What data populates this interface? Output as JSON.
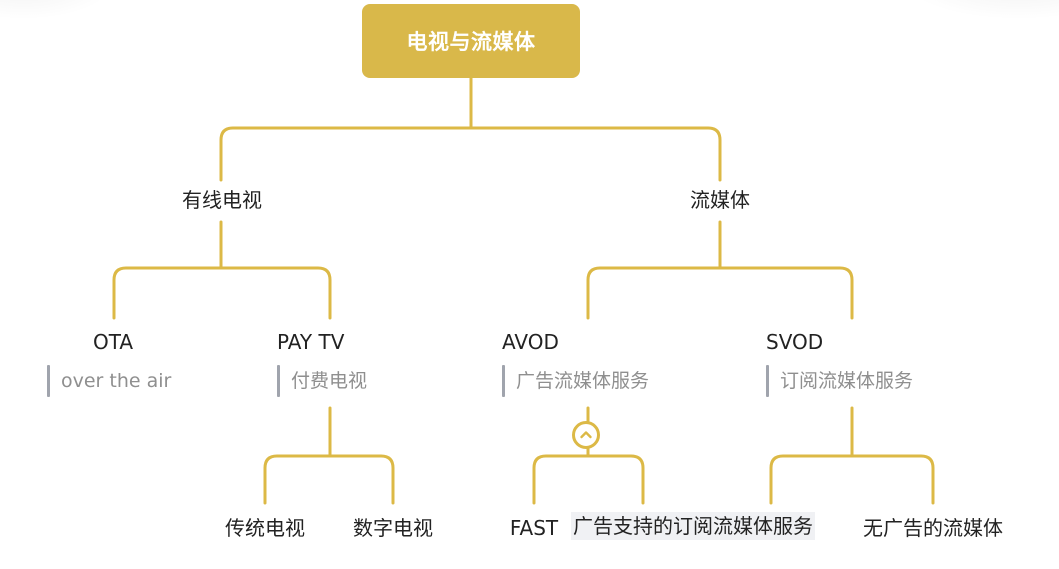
{
  "theme": {
    "accent": "#dcb946",
    "root_fill": "#d9b84a",
    "text": "#222222",
    "desc_text": "#8f8f8f",
    "desc_bar": "#a0a4ad",
    "highlight_bg": "#f0f1f4"
  },
  "root": {
    "label": "电视与流媒体"
  },
  "branches": [
    {
      "label": "有线电视",
      "children": [
        {
          "label": "OTA",
          "description": "over the air",
          "children": []
        },
        {
          "label": "PAY TV",
          "description": "付费电视",
          "children": [
            {
              "label": "传统电视"
            },
            {
              "label": "数字电视"
            }
          ]
        }
      ]
    },
    {
      "label": "流媒体",
      "children": [
        {
          "label": "AVOD",
          "description": "广告流媒体服务",
          "collapse_icon": "chevron-up-icon",
          "children": [
            {
              "label": "FAST"
            },
            {
              "label": "广告支持的订阅流媒体服务",
              "highlighted": true
            }
          ]
        },
        {
          "label": "SVOD",
          "description": "订阅流媒体服务",
          "children": [
            {
              "label": "无广告的流媒体"
            }
          ]
        }
      ]
    }
  ]
}
